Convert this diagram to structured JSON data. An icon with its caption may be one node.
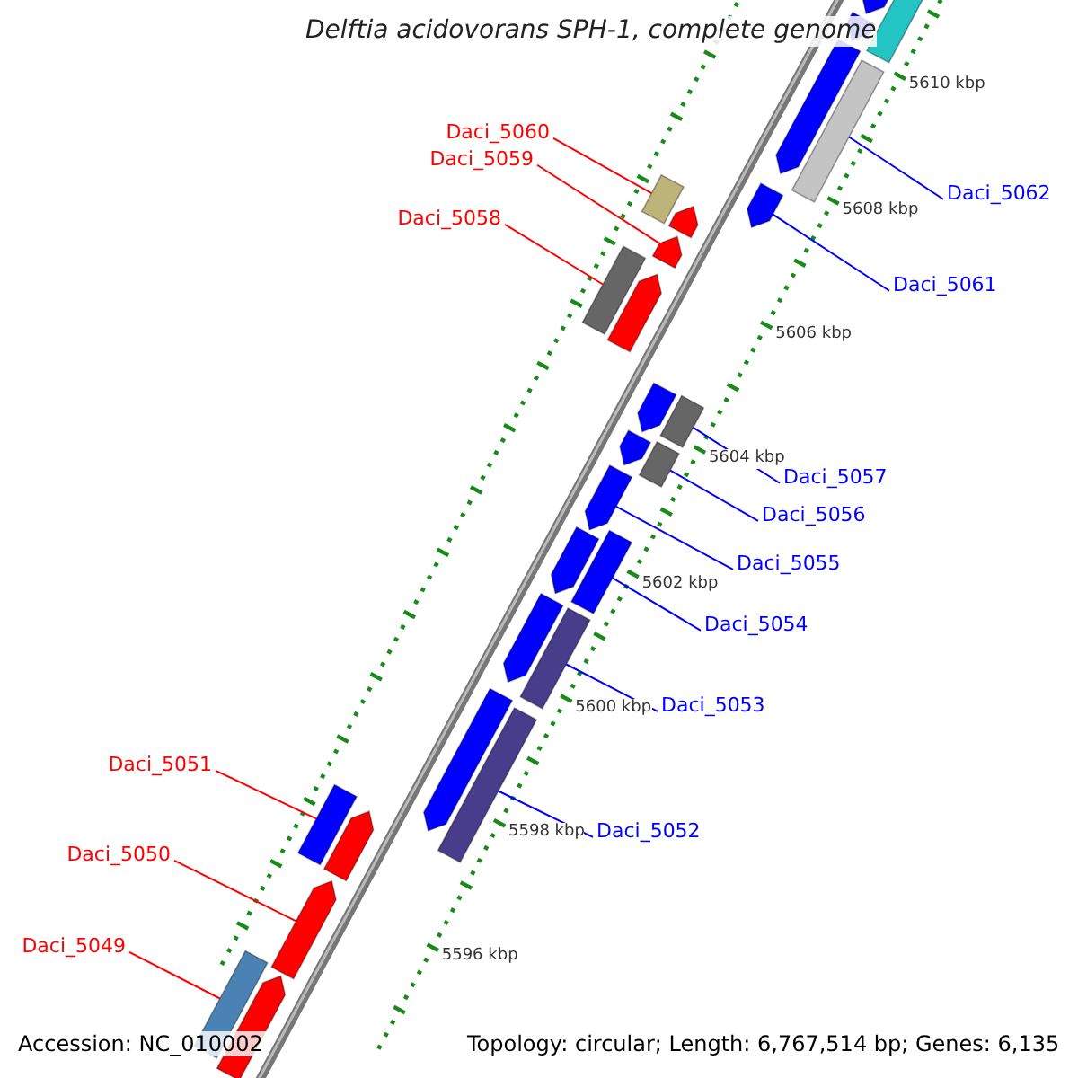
{
  "diagram": {
    "title": "Delftia acidovorans SPH-1, complete genome",
    "nodes": [
      {
        "text": [
          "Daci_5060"
        ]
      },
      {
        "text": [
          "Daci_5059"
        ]
      },
      {
        "text": [
          "Daci_5058"
        ]
      },
      {
        "text": [
          "Daci_5062"
        ]
      },
      {
        "text": [
          "Daci_5061"
        ]
      },
      {
        "text": [
          "Daci_5057"
        ]
      },
      {
        "text": [
          "Daci_5056"
        ]
      },
      {
        "text": [
          "Daci_5055"
        ]
      },
      {
        "text": [
          "Daci_5054"
        ]
      },
      {
        "text": [
          "Daci_5053"
        ]
      },
      {
        "text": [
          "Daci_5052"
        ]
      },
      {
        "text": [
          "Daci_5051"
        ]
      },
      {
        "text": [
          "Daci_5050"
        ]
      },
      {
        "text": [
          "Daci_5049"
        ]
      },
      {
        "text": [],
        "shape": "box"
      },
      {
        "text": [],
        "shape": "arrow"
      },
      {
        "text": [],
        "shape": "arrow"
      },
      {
        "text": [],
        "shape": "arrow"
      },
      {
        "text": [],
        "shape": "box"
      },
      {
        "text": [],
        "shape": "arrow"
      },
      {
        "text": [],
        "shape": "box"
      },
      {
        "text": [],
        "shape": "arrow"
      },
      {
        "text": [],
        "shape": "arrow"
      },
      {
        "text": [],
        "shape": "box"
      },
      {
        "text": [],
        "shape": "arrow"
      },
      {
        "text": [],
        "shape": "box"
      },
      {
        "text": [],
        "shape": "arrow"
      },
      {
        "text": [],
        "shape": "arrow"
      },
      {
        "text": [],
        "shape": "box"
      },
      {
        "text": [],
        "shape": "arrow"
      },
      {
        "text": [],
        "shape": "box"
      },
      {
        "text": [],
        "shape": "arrow"
      },
      {
        "text": [],
        "shape": "box"
      },
      {
        "text": [],
        "shape": "arrow"
      },
      {
        "text": [],
        "shape": "arrow"
      },
      {
        "text": [],
        "shape": "box"
      },
      {
        "text": [],
        "shape": "box"
      },
      {
        "text": [],
        "shape": "arrow"
      },
      {
        "text": [],
        "shape": "arrow"
      },
      {
        "text": [],
        "shape": "box"
      },
      {
        "text": [],
        "shape": "arrow"
      }
    ],
    "edges": [
      {
        "from": 0,
        "to": 20,
        "arrow": "none",
        "color": "#ff0000"
      },
      {
        "from": 1,
        "to": 22,
        "arrow": "none",
        "color": "#ff0000"
      },
      {
        "from": 2,
        "to": 23,
        "arrow": "none",
        "color": "#ff0000"
      },
      {
        "from": 3,
        "to": 18,
        "arrow": "none"
      },
      {
        "from": 4,
        "to": 19,
        "arrow": "none"
      },
      {
        "from": 5,
        "to": 25,
        "arrow": "none"
      },
      {
        "from": 6,
        "to": 28,
        "arrow": "none"
      },
      {
        "from": 7,
        "to": 29,
        "arrow": "none"
      },
      {
        "from": 8,
        "to": 30,
        "arrow": "none"
      },
      {
        "from": 9,
        "to": 32,
        "arrow": "none"
      },
      {
        "from": 10,
        "to": 35,
        "arrow": "none"
      },
      {
        "from": 11,
        "to": 36,
        "arrow": "none",
        "color": "#ff0000"
      },
      {
        "from": 12,
        "to": 38,
        "arrow": "none",
        "color": "#ff0000"
      },
      {
        "from": 13,
        "to": 39,
        "arrow": "none",
        "color": "#ff0000"
      }
    ],
    "labels": [
      "5610 kbp",
      "5608 kbp",
      "5606 kbp",
      "5604 kbp",
      "5602 kbp",
      "5600 kbp",
      "5598 kbp",
      "5596 kbp",
      "Accession: NC_010002",
      "Topology: circular; Length: 6,767,514 bp; Genes: 6,135"
    ]
  }
}
